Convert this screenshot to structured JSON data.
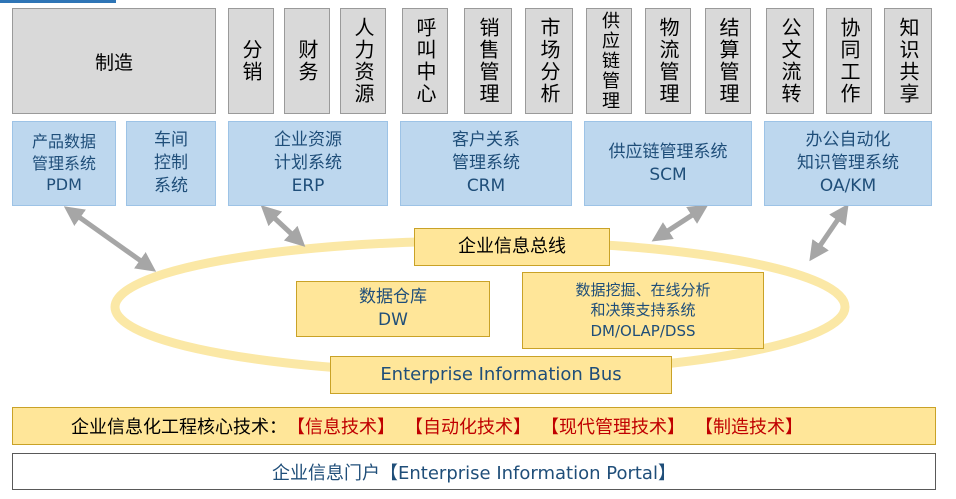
{
  "functions": {
    "manufacturing": "制造",
    "items": [
      "分销",
      "财务",
      "人力资源",
      "呼叫中心",
      "销售管理",
      "市场分析",
      "供应链管理",
      "物流管理",
      "结算管理",
      "公文流转",
      "协同工作",
      "知识共享"
    ]
  },
  "systems": {
    "pdm": "产品数据\n管理系统\nPDM",
    "workshop": "车间\n控制\n系统",
    "erp": "企业资源\n计划系统\nERP",
    "crm": "客户关系\n管理系统\nCRM",
    "scm": "供应链管理系统\nSCM",
    "oakm": "办公自动化\n知识管理系统\nOA/KM"
  },
  "bus": {
    "title_cn": "企业信息总线",
    "title_en": "Enterprise Information Bus",
    "dw": "数据仓库\nDW",
    "dss": "数据挖掘、在线分析\n和决策支持系统\nDM/OLAP/DSS"
  },
  "core": {
    "label": "企业信息化工程核心技术：",
    "techs": [
      "【信息技术】",
      "【自动化技术】",
      "【现代管理技术】",
      "【制造技术】"
    ]
  },
  "portal": {
    "label": "企业信息门户【Enterprise Information Portal】"
  },
  "colors": {
    "gray_box": "#d9d9d9",
    "blue_box": "#bdd7ee",
    "yellow_box": "#ffe699",
    "ellipse": "#fbe8a6",
    "arrow": "#a6a6a6",
    "core_tech": "#c00000"
  }
}
